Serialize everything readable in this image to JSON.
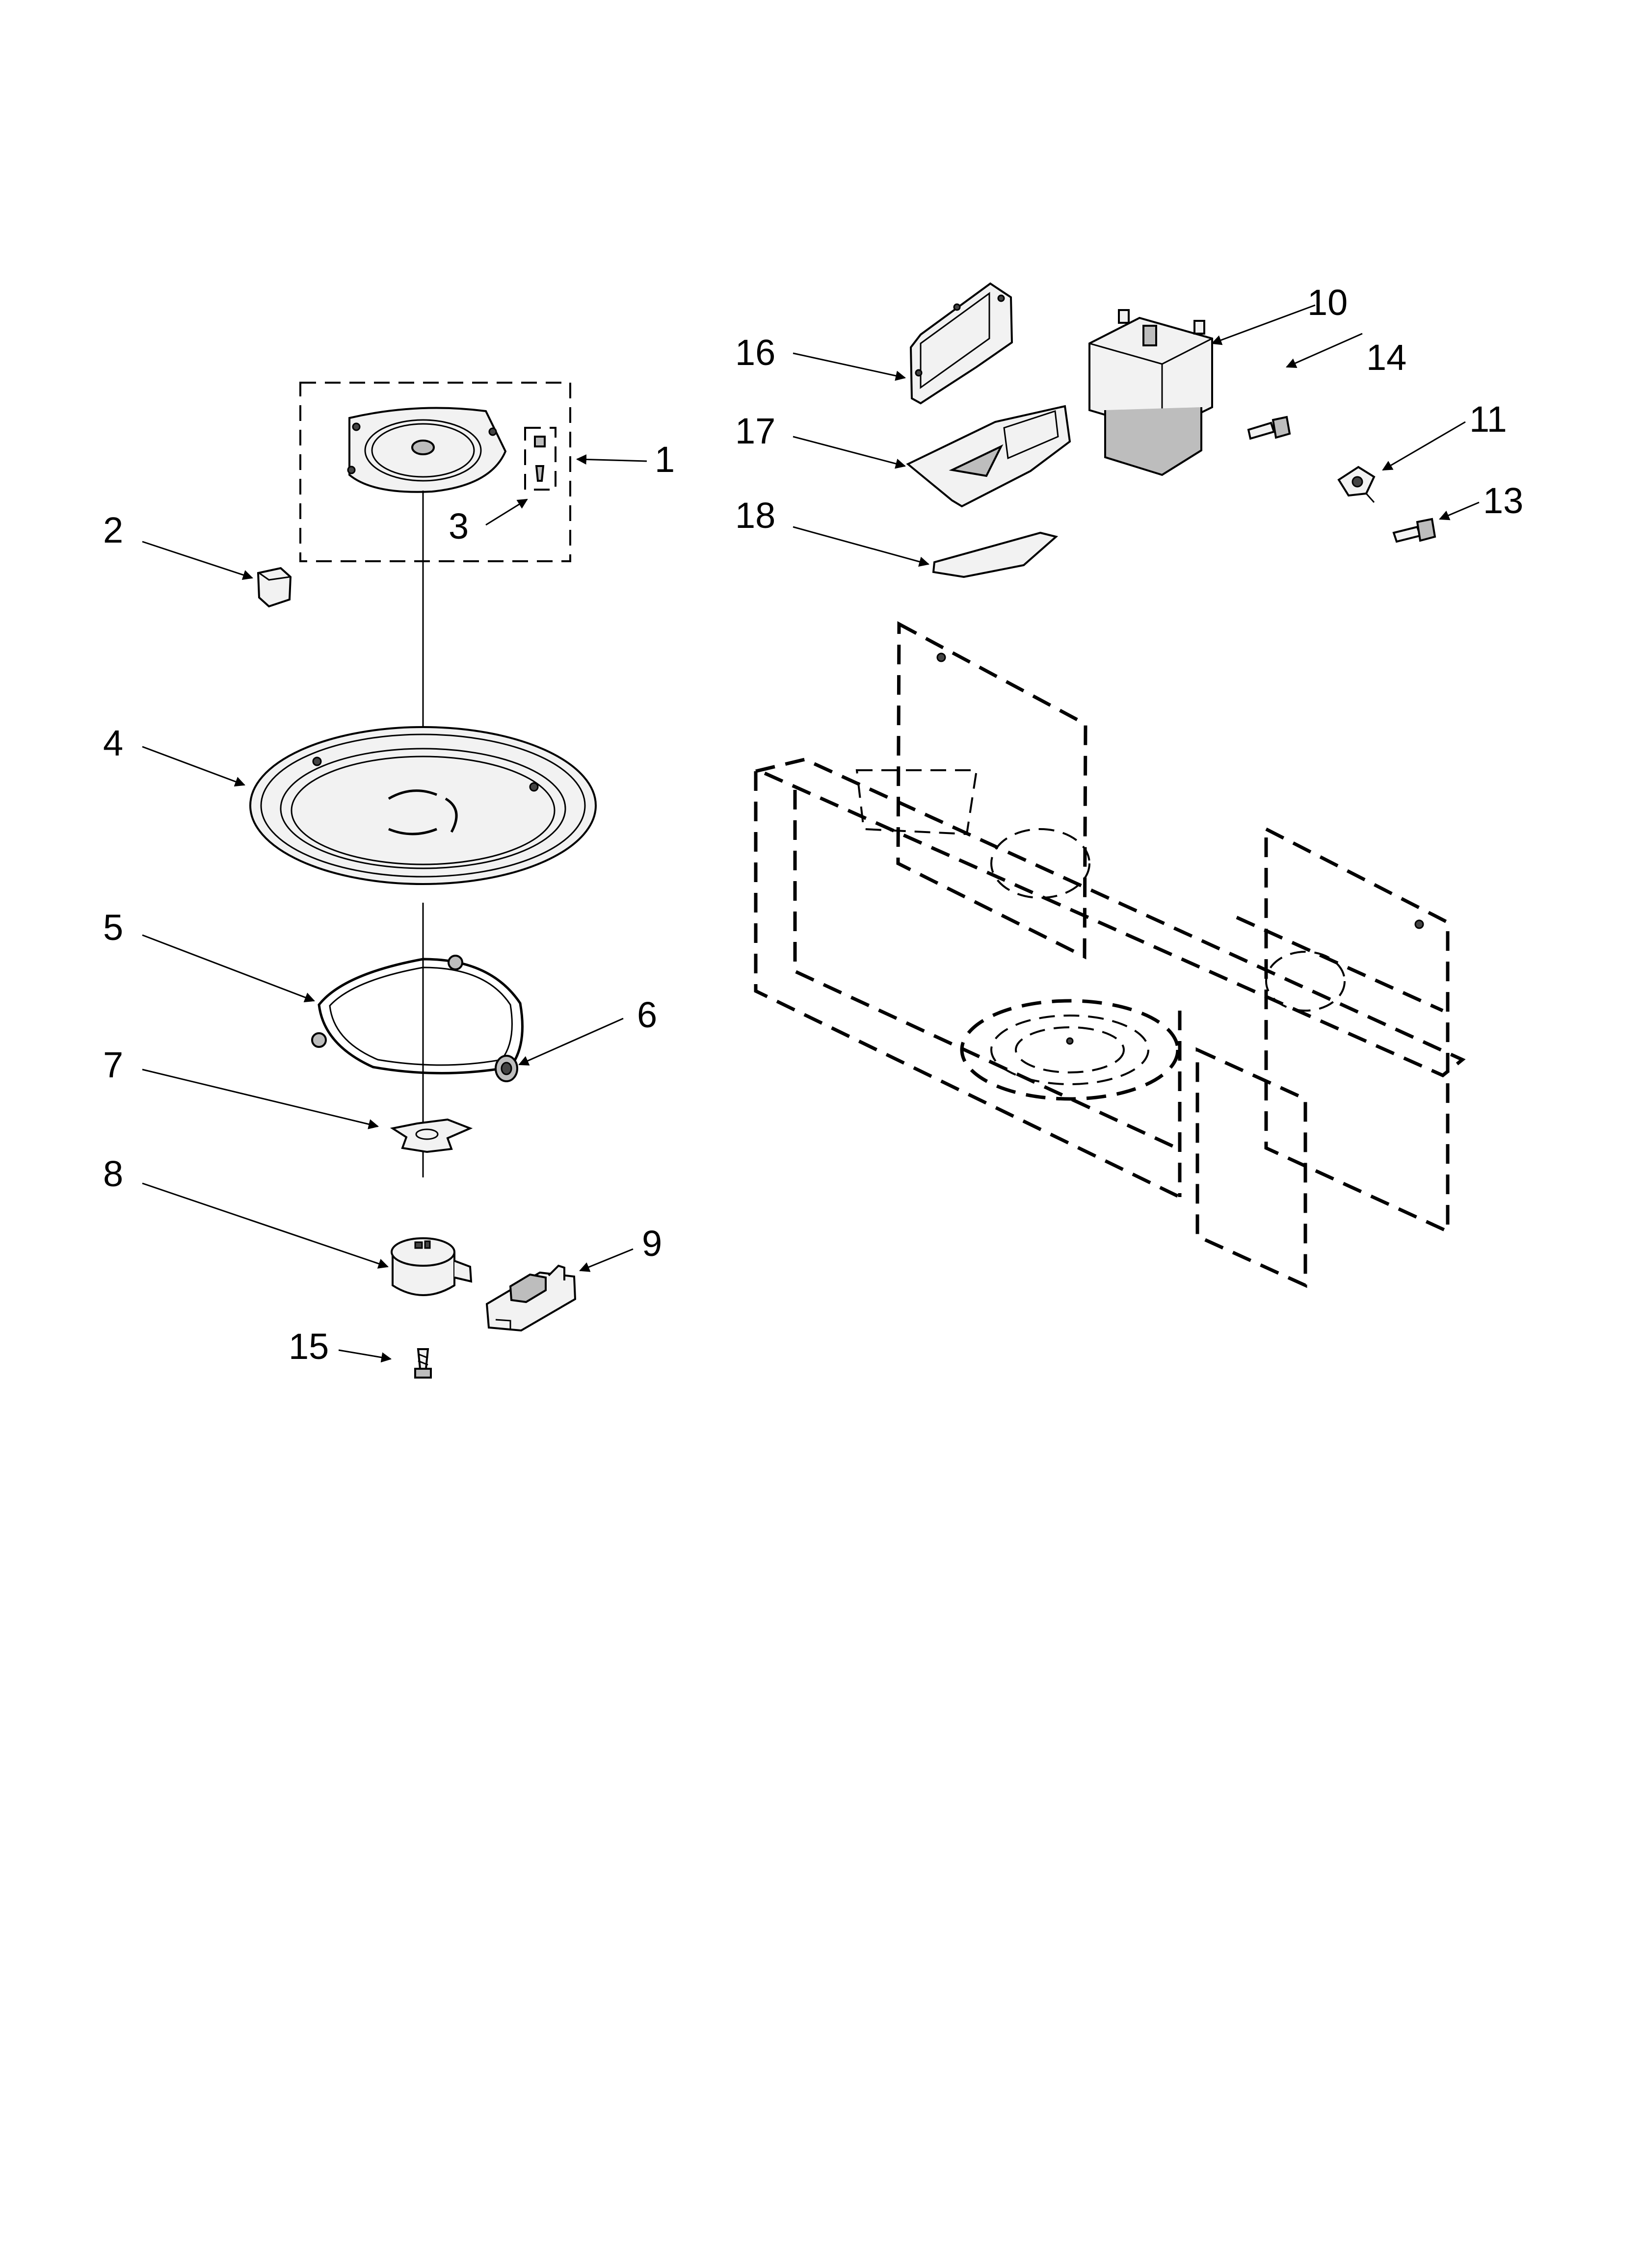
{
  "diagram": {
    "part_labels": [
      "1",
      "2",
      "3",
      "4",
      "5",
      "6",
      "7",
      "8",
      "9",
      "10",
      "11",
      "13",
      "14",
      "15",
      "16",
      "17",
      "18"
    ]
  }
}
